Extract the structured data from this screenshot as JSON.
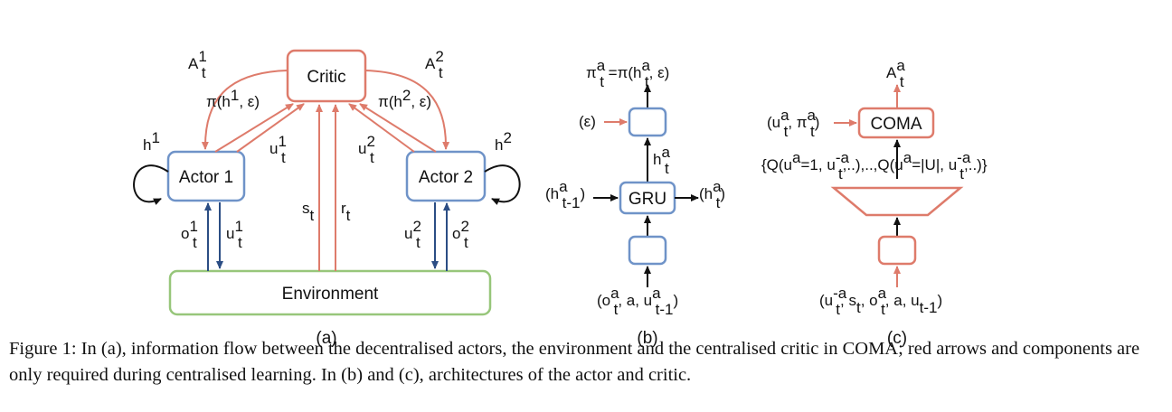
{
  "colors": {
    "actor": "#6f93c8",
    "critic": "#de7b6b",
    "environment": "#97c67a",
    "signal": "#2b4d84",
    "black": "#111111"
  },
  "panel_a": {
    "label": "(a)",
    "critic": "Critic",
    "actor1": "Actor 1",
    "actor2": "Actor 2",
    "environment": "Environment",
    "A1": "A",
    "A1_sup": "1",
    "A1_sub": "t",
    "A2": "A",
    "A2_sup": "2",
    "A2_sub": "t",
    "pi1_a": "π(h",
    "pi1_sup": "1",
    "pi1_b": ", ε)",
    "pi2_a": "π(h",
    "pi2_sup": "2",
    "pi2_b": ", ε)",
    "h1": "h",
    "h1_sup": "1",
    "h2": "h",
    "h2_sup": "2",
    "u1c": "u",
    "u1c_sup": "1",
    "u1c_sub": "t",
    "u2c": "u",
    "u2c_sup": "2",
    "u2c_sub": "t",
    "s": "s",
    "s_sub": "t",
    "r": "r",
    "r_sub": "t",
    "o1": "o",
    "o1_sup": "1",
    "o1_sub": "t",
    "u1e": "u",
    "u1e_sup": "1",
    "u1e_sub": "t",
    "u2e": "u",
    "u2e_sup": "2",
    "u2e_sub": "t",
    "o2": "o",
    "o2_sup": "2",
    "o2_sub": "t"
  },
  "panel_b": {
    "label": "(b)",
    "gru": "GRU",
    "out_a": "π",
    "out_sup1": "a",
    "out_sub1": "t",
    "out_b": " =π(h",
    "out_sup2": "a",
    "out_sub2": "t",
    "out_c": ", ε)",
    "eps": "(ε)",
    "h_a": "h",
    "h_sup": "a",
    "h_sub": "t",
    "hprev_a": "(h",
    "hprev_sup": "a",
    "hprev_sub": "t-1",
    "hprev_b": ")",
    "hnext_a": "(h",
    "hnext_sup": "a",
    "hnext_sub": "t",
    "hnext_b": ")",
    "in_a": "(o",
    "in_sup1": "a",
    "in_sub1": "t",
    "in_b": ", a, u",
    "in_sup2": "a",
    "in_sub2": "t-1",
    "in_c": ")"
  },
  "panel_c": {
    "label": "(c)",
    "coma": "COMA",
    "A": "A",
    "A_sup": "a",
    "A_sub": "t",
    "uin_a": "(u",
    "uin_sup1": "a",
    "uin_sub1": "t",
    "uin_b": ", π",
    "uin_sup2": "a",
    "uin_sub2": "t",
    "uin_c": ")",
    "q_1": "{Q(u",
    "q_sup1": "a",
    "q_2": "=1, ",
    "q_u1": "u",
    "q_sup2": "-a",
    "q_sub2": "t",
    "q_3": ",..),..,Q(u",
    "q_sup3": "a",
    "q_4": "=|U|, ",
    "q_u2": "u",
    "q_sup4": "-a",
    "q_sub4": "t",
    "q_5": ",..)}",
    "in_1": "(",
    "in_u": "u",
    "in_sup1": "-a",
    "in_sub1": "t",
    "in_2": ", s",
    "in_sub2": "t",
    "in_3": ", o",
    "in_sup3": "a",
    "in_sub3": "t",
    "in_4": ", a, ",
    "in_u2": "u",
    "in_sub4": "t-1",
    "in_5": ")"
  },
  "caption": "Figure 1: In (a), information flow between the decentralised actors, the environment and the centralised critic in COMA; red arrows and components are only required during centralised learning. In (b) and (c), architectures of the actor and critic."
}
